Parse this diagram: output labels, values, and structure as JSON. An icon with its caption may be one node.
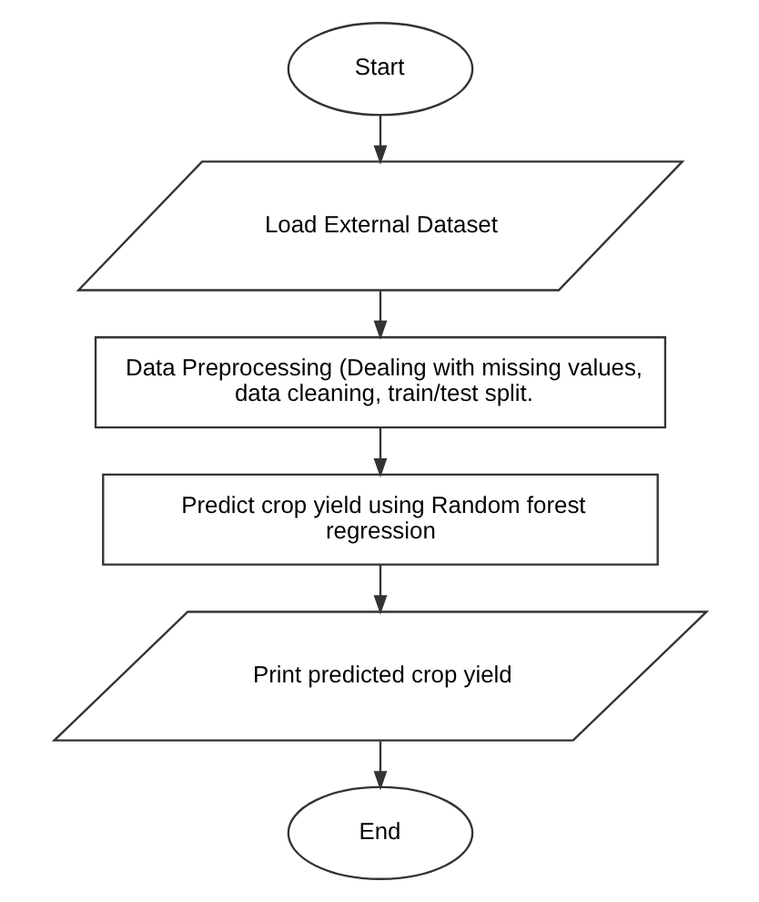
{
  "diagram": {
    "nodes": [
      {
        "text": [
          "Start"
        ]
      },
      {
        "text": [
          "Load External Dataset"
        ]
      },
      {
        "text": [
          "Data Preprocessing (Dealing with missing values, data cleaning, train/test split."
        ]
      },
      {
        "text": [
          "Predict crop yield using Random forest regression"
        ]
      },
      {
        "text": [
          "Print predicted crop yield"
        ]
      },
      {
        "text": [
          "End"
        ]
      }
    ],
    "edges": [
      {
        "from": 0,
        "to": 1,
        "arrow": "to"
      },
      {
        "from": 1,
        "to": 2,
        "arrow": "to"
      },
      {
        "from": 2,
        "to": 3,
        "arrow": "to"
      },
      {
        "from": 3,
        "to": 4,
        "arrow": "to"
      },
      {
        "from": 4,
        "to": 5,
        "arrow": "to"
      }
    ]
  }
}
